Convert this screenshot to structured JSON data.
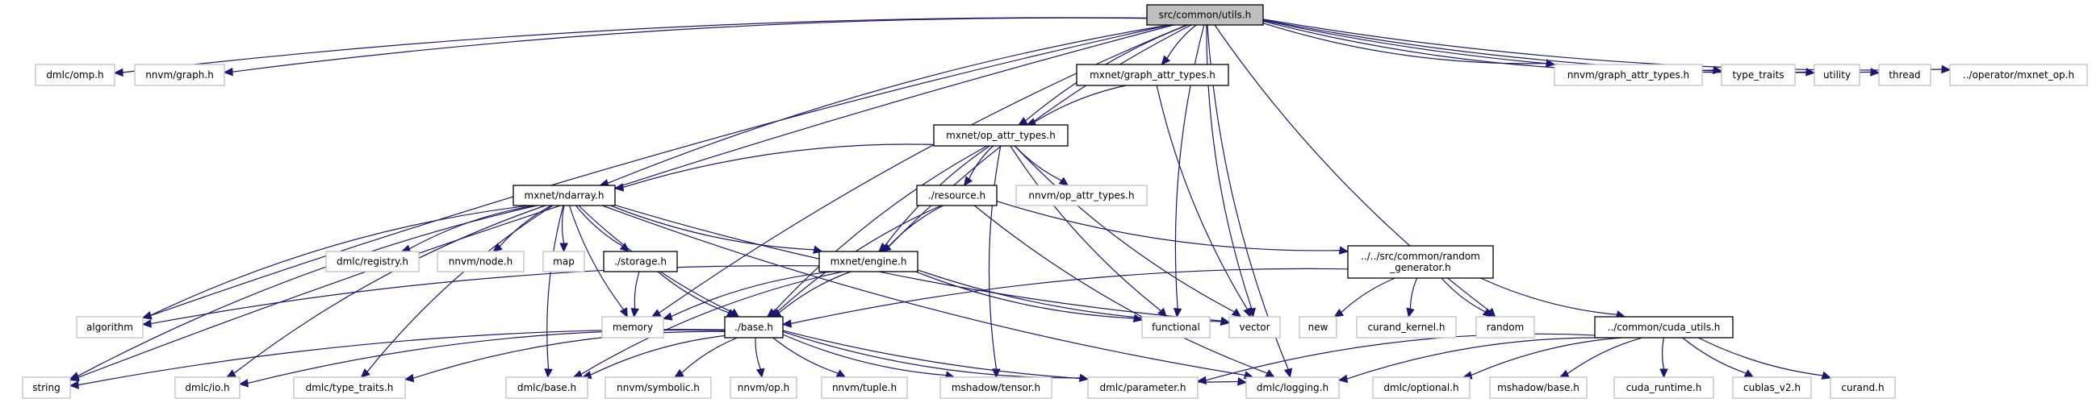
{
  "title": "src/common/utils.h include dependency graph",
  "colors": {
    "edge": "#191970",
    "root_fill": "#bfbfbf",
    "documented_border": "#000000",
    "undocumented_border": "#bfbfbf"
  },
  "nodes": [
    {
      "id": "utils",
      "label": [
        "src/common/utils.h"
      ],
      "kind": "root"
    },
    {
      "id": "omp",
      "label": [
        "dmlc/omp.h"
      ],
      "kind": "external"
    },
    {
      "id": "graph",
      "label": [
        "nnvm/graph.h"
      ],
      "kind": "external"
    },
    {
      "id": "graph_attr",
      "label": [
        "mxnet/graph_attr_types.h"
      ],
      "kind": "documented"
    },
    {
      "id": "nnvm_graph_attr",
      "label": [
        "nnvm/graph_attr_types.h"
      ],
      "kind": "external"
    },
    {
      "id": "type_traits",
      "label": [
        "type_traits"
      ],
      "kind": "external"
    },
    {
      "id": "utility",
      "label": [
        "utility"
      ],
      "kind": "external"
    },
    {
      "id": "thread",
      "label": [
        "thread"
      ],
      "kind": "external"
    },
    {
      "id": "mxnet_op",
      "label": [
        "../operator/mxnet_op.h"
      ],
      "kind": "external"
    },
    {
      "id": "op_attr",
      "label": [
        "mxnet/op_attr_types.h"
      ],
      "kind": "documented"
    },
    {
      "id": "ndarray",
      "label": [
        "mxnet/ndarray.h"
      ],
      "kind": "documented"
    },
    {
      "id": "resource",
      "label": [
        "./resource.h"
      ],
      "kind": "documented"
    },
    {
      "id": "nnvm_op_attr",
      "label": [
        "nnvm/op_attr_types.h"
      ],
      "kind": "external"
    },
    {
      "id": "registry",
      "label": [
        "dmlc/registry.h"
      ],
      "kind": "external"
    },
    {
      "id": "node",
      "label": [
        "nnvm/node.h"
      ],
      "kind": "external"
    },
    {
      "id": "map",
      "label": [
        "map"
      ],
      "kind": "external"
    },
    {
      "id": "storage",
      "label": [
        "./storage.h"
      ],
      "kind": "documented"
    },
    {
      "id": "engine",
      "label": [
        "mxnet/engine.h"
      ],
      "kind": "documented"
    },
    {
      "id": "random_gen",
      "label": [
        "../../src/common/random",
        "_generator.h"
      ],
      "kind": "documented"
    },
    {
      "id": "algorithm",
      "label": [
        "algorithm"
      ],
      "kind": "external"
    },
    {
      "id": "memory",
      "label": [
        "memory"
      ],
      "kind": "external"
    },
    {
      "id": "base",
      "label": [
        "./base.h"
      ],
      "kind": "documented"
    },
    {
      "id": "functional",
      "label": [
        "functional"
      ],
      "kind": "external"
    },
    {
      "id": "vector",
      "label": [
        "vector"
      ],
      "kind": "external"
    },
    {
      "id": "new",
      "label": [
        "new"
      ],
      "kind": "external"
    },
    {
      "id": "curand_kernel",
      "label": [
        "curand_kernel.h"
      ],
      "kind": "external"
    },
    {
      "id": "random",
      "label": [
        "random"
      ],
      "kind": "external"
    },
    {
      "id": "cuda_utils",
      "label": [
        "../common/cuda_utils.h"
      ],
      "kind": "documented"
    },
    {
      "id": "string",
      "label": [
        "string"
      ],
      "kind": "external"
    },
    {
      "id": "io",
      "label": [
        "dmlc/io.h"
      ],
      "kind": "external"
    },
    {
      "id": "dmlc_type_traits",
      "label": [
        "dmlc/type_traits.h"
      ],
      "kind": "external"
    },
    {
      "id": "dmlc_base",
      "label": [
        "dmlc/base.h"
      ],
      "kind": "external"
    },
    {
      "id": "symbolic",
      "label": [
        "nnvm/symbolic.h"
      ],
      "kind": "external"
    },
    {
      "id": "nnvm_op",
      "label": [
        "nnvm/op.h"
      ],
      "kind": "external"
    },
    {
      "id": "tuple",
      "label": [
        "nnvm/tuple.h"
      ],
      "kind": "external"
    },
    {
      "id": "tensor",
      "label": [
        "mshadow/tensor.h"
      ],
      "kind": "external"
    },
    {
      "id": "parameter",
      "label": [
        "dmlc/parameter.h"
      ],
      "kind": "external"
    },
    {
      "id": "logging",
      "label": [
        "dmlc/logging.h"
      ],
      "kind": "external"
    },
    {
      "id": "optional",
      "label": [
        "dmlc/optional.h"
      ],
      "kind": "external"
    },
    {
      "id": "mshadow_base",
      "label": [
        "mshadow/base.h"
      ],
      "kind": "external"
    },
    {
      "id": "cuda_runtime",
      "label": [
        "cuda_runtime.h"
      ],
      "kind": "external"
    },
    {
      "id": "cublas",
      "label": [
        "cublas_v2.h"
      ],
      "kind": "external"
    },
    {
      "id": "curand",
      "label": [
        "curand.h"
      ],
      "kind": "external"
    }
  ],
  "edges": [
    [
      "utils",
      "omp"
    ],
    [
      "utils",
      "graph"
    ],
    [
      "utils",
      "graph_attr"
    ],
    [
      "utils",
      "nnvm_graph_attr"
    ],
    [
      "utils",
      "type_traits"
    ],
    [
      "utils",
      "utility"
    ],
    [
      "utils",
      "thread"
    ],
    [
      "utils",
      "mxnet_op"
    ],
    [
      "utils",
      "op_attr"
    ],
    [
      "utils",
      "ndarray"
    ],
    [
      "utils",
      "engine"
    ],
    [
      "utils",
      "memory"
    ],
    [
      "utils",
      "string"
    ],
    [
      "utils",
      "algorithm"
    ],
    [
      "utils",
      "functional"
    ],
    [
      "utils",
      "vector"
    ],
    [
      "utils",
      "random"
    ],
    [
      "utils",
      "logging"
    ],
    [
      "graph_attr",
      "op_attr"
    ],
    [
      "graph_attr",
      "vector"
    ],
    [
      "op_attr",
      "ndarray"
    ],
    [
      "op_attr",
      "resource"
    ],
    [
      "op_attr",
      "nnvm_op_attr"
    ],
    [
      "op_attr",
      "engine"
    ],
    [
      "op_attr",
      "base"
    ],
    [
      "op_attr",
      "functional"
    ],
    [
      "op_attr",
      "vector"
    ],
    [
      "op_attr",
      "tensor"
    ],
    [
      "ndarray",
      "registry"
    ],
    [
      "ndarray",
      "node"
    ],
    [
      "ndarray",
      "map"
    ],
    [
      "ndarray",
      "storage"
    ],
    [
      "ndarray",
      "engine"
    ],
    [
      "ndarray",
      "memory"
    ],
    [
      "ndarray",
      "base"
    ],
    [
      "ndarray",
      "string"
    ],
    [
      "ndarray",
      "io"
    ],
    [
      "ndarray",
      "dmlc_type_traits"
    ],
    [
      "ndarray",
      "dmlc_base"
    ],
    [
      "ndarray",
      "vector"
    ],
    [
      "ndarray",
      "logging"
    ],
    [
      "ndarray",
      "algorithm"
    ],
    [
      "resource",
      "engine"
    ],
    [
      "resource",
      "random_gen"
    ],
    [
      "resource",
      "base"
    ],
    [
      "resource",
      "logging"
    ],
    [
      "storage",
      "memory"
    ],
    [
      "storage",
      "base"
    ],
    [
      "engine",
      "base"
    ],
    [
      "engine",
      "memory"
    ],
    [
      "engine",
      "algorithm"
    ],
    [
      "engine",
      "functional"
    ],
    [
      "engine",
      "vector"
    ],
    [
      "engine",
      "dmlc_base"
    ],
    [
      "random_gen",
      "base"
    ],
    [
      "random_gen",
      "new"
    ],
    [
      "random_gen",
      "curand_kernel"
    ],
    [
      "random_gen",
      "random"
    ],
    [
      "random_gen",
      "cuda_utils"
    ],
    [
      "base",
      "string"
    ],
    [
      "base",
      "io"
    ],
    [
      "base",
      "dmlc_type_traits"
    ],
    [
      "base",
      "dmlc_base"
    ],
    [
      "base",
      "symbolic"
    ],
    [
      "base",
      "nnvm_op"
    ],
    [
      "base",
      "tuple"
    ],
    [
      "base",
      "tensor"
    ],
    [
      "base",
      "parameter"
    ],
    [
      "base",
      "logging"
    ],
    [
      "cuda_utils",
      "parameter"
    ],
    [
      "cuda_utils",
      "logging"
    ],
    [
      "cuda_utils",
      "optional"
    ],
    [
      "cuda_utils",
      "mshadow_base"
    ],
    [
      "cuda_utils",
      "cuda_runtime"
    ],
    [
      "cuda_utils",
      "cublas"
    ],
    [
      "cuda_utils",
      "curand"
    ]
  ]
}
